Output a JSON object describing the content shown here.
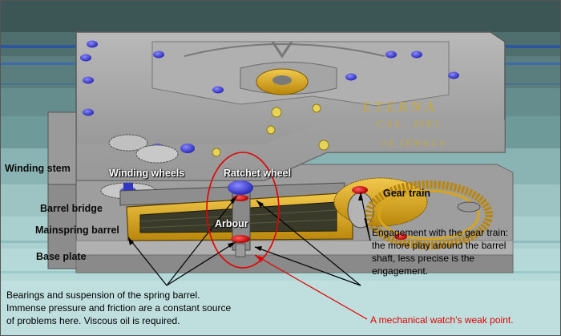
{
  "labels": {
    "winding_stem": "Winding stem",
    "winding_wheels": "Winding wheels",
    "ratchet_wheel": "Ratchet wheel",
    "gear_train": "Gear train",
    "barrel_bridge": "Barrel bridge",
    "arbour": "Arbour",
    "mainspring_barrel": "Mainspring barrel",
    "base_plate": "Base plate"
  },
  "notes": {
    "engagement": [
      "Engagement with the gear train:",
      "the more play around the barrel",
      "shaft, less precise is the",
      "engagement."
    ],
    "bearings": [
      "Bearings and suspension of the spring barrel.",
      "Immense pressure and friction are a constant source",
      "of problems here. Viscous oil is required."
    ],
    "weak_point": "A mechanical watch’s weak point."
  },
  "engraving": {
    "brand": "ETERNA",
    "caliber": "CAL. 3501",
    "jewels": "18 JEWELS"
  },
  "colors": {
    "annotation_red": "#e10000",
    "jewel_blue": "#3d3de0",
    "barrel_gold": "#d6a51c",
    "engraving_gold": "#c8a83a"
  }
}
